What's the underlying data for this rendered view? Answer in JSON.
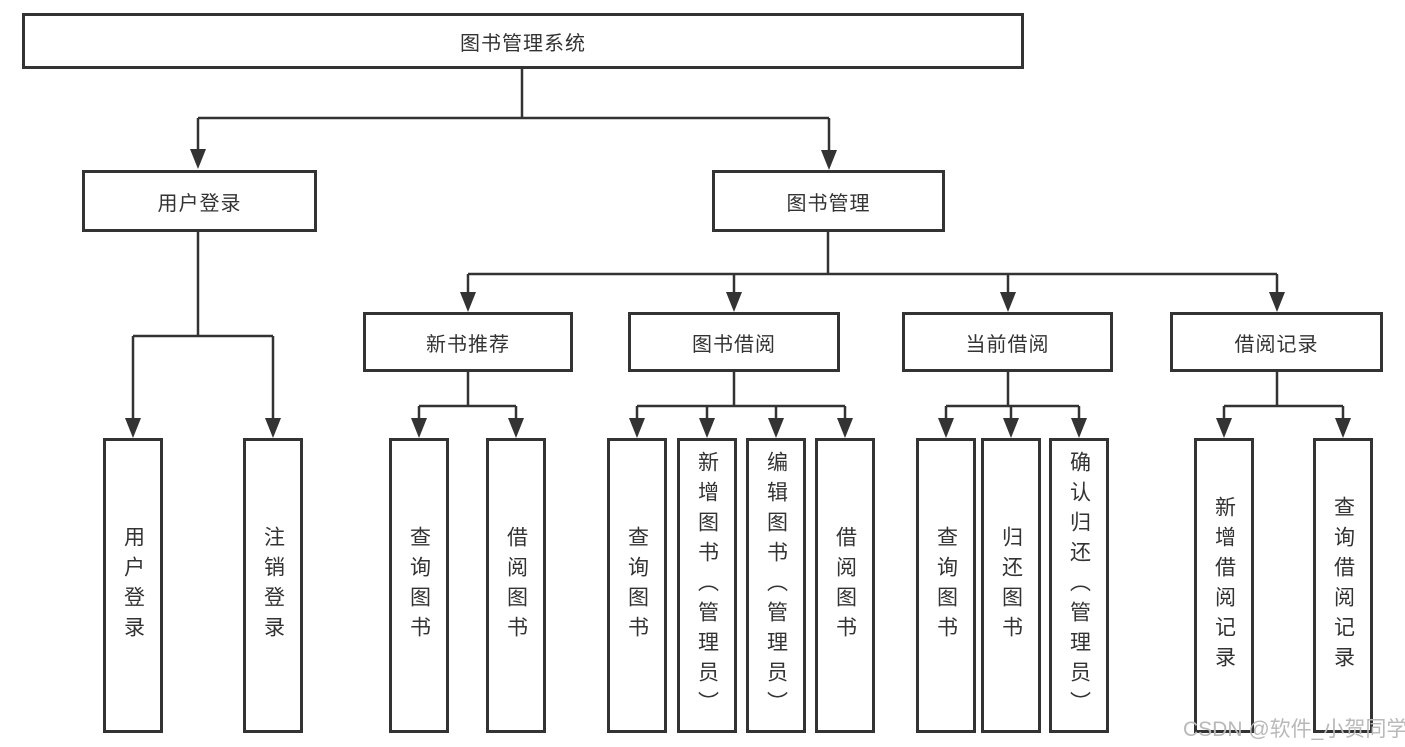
{
  "tree": {
    "root": "图书管理系统",
    "branches": [
      {
        "label": "用户登录",
        "children": [
          "用户登录",
          "注销登录"
        ]
      },
      {
        "label": "图书管理",
        "children": [
          {
            "label": "新书推荐",
            "children": [
              "查询图书",
              "借阅图书"
            ]
          },
          {
            "label": "图书借阅",
            "children": [
              "查询图书",
              "新增图书（管理员）",
              "编辑图书（管理员）",
              "借阅图书"
            ]
          },
          {
            "label": "当前借阅",
            "children": [
              "查询图书",
              "归还图书",
              "确认归还（管理员）"
            ]
          },
          {
            "label": "借阅记录",
            "children": [
              "新增借阅记录",
              "查询借阅记录"
            ]
          }
        ]
      }
    ]
  },
  "watermark": {
    "text": "CSDN @软件_小贺同学"
  },
  "colors": {
    "line": "#333333",
    "box_border": "#333333",
    "text": "#333333",
    "watermark": "#b9b9b9",
    "background": "#ffffff"
  }
}
